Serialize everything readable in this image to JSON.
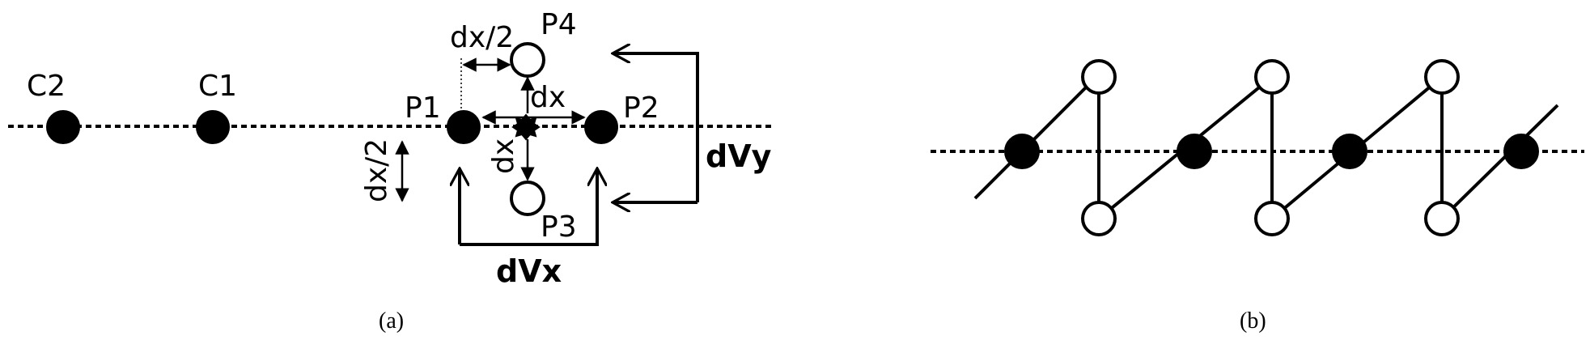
{
  "panel_a": {
    "caption": "(a)",
    "labels": {
      "c2": "C2",
      "c1": "C1",
      "p1": "P1",
      "p2": "P2",
      "p3": "P3",
      "p4": "P4",
      "dx_half_top": "dx/2",
      "dx_half_left": "dx/2",
      "dx_right": "dx",
      "dx_down": "dx",
      "dvx": "dVx",
      "dvy": "dVy"
    }
  },
  "panel_b": {
    "caption": "(b)"
  }
}
